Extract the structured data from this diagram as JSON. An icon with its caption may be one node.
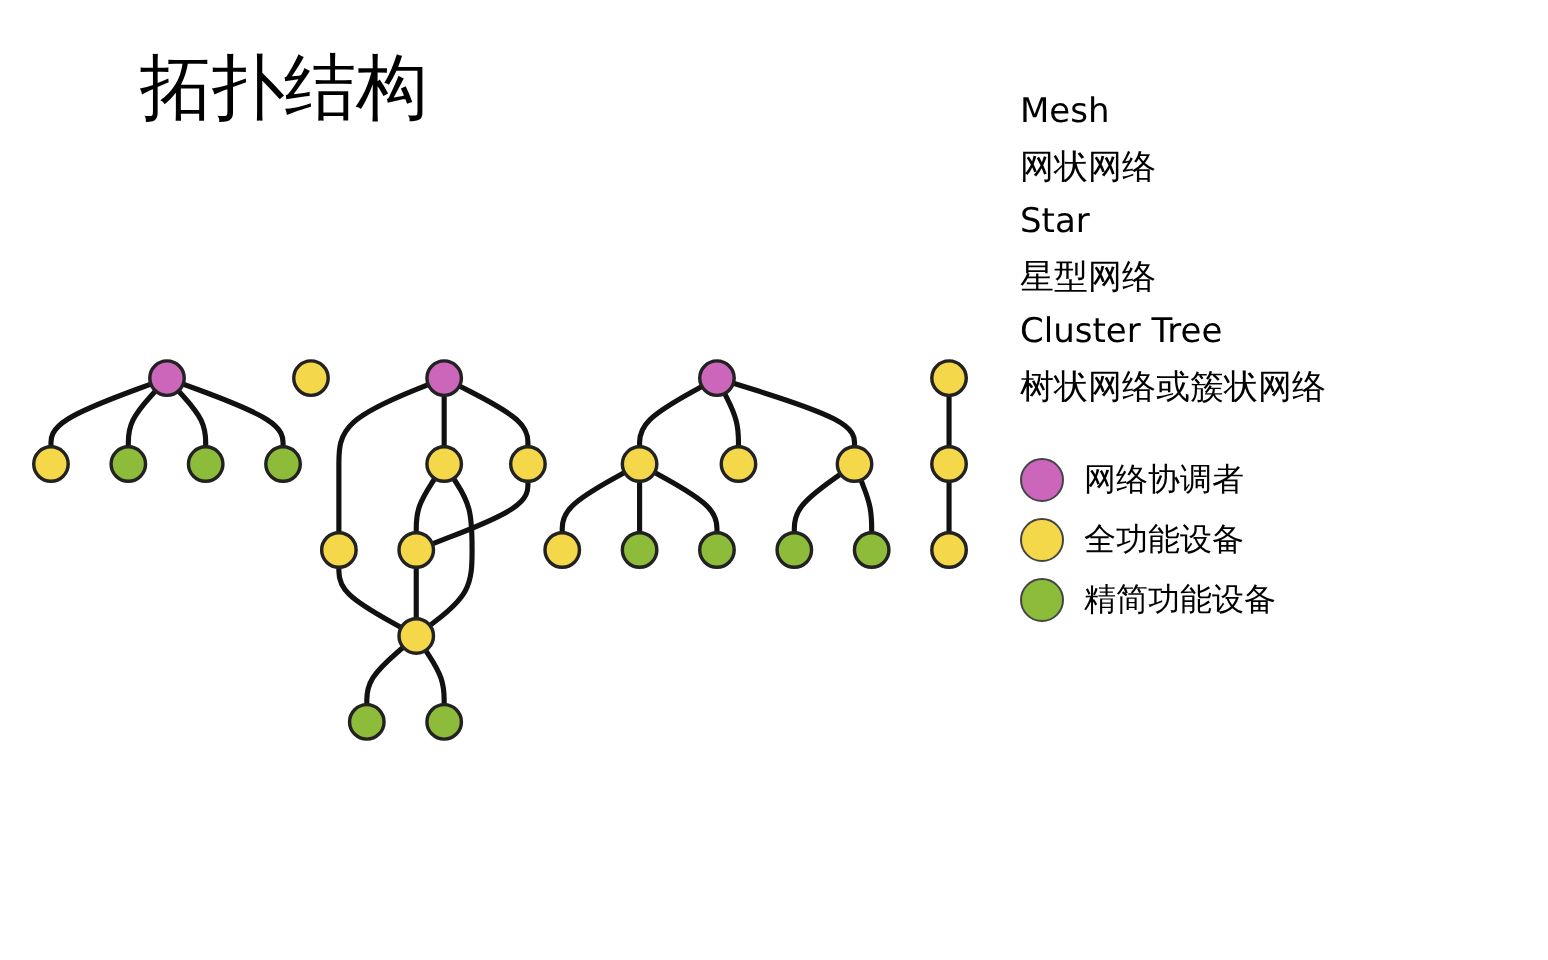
{
  "diagram": {
    "title": "拓扑结构",
    "nodes": [
      {
        "text": [],
        "shape": "circle"
      },
      {
        "text": [],
        "shape": "circle"
      },
      {
        "text": [],
        "shape": "circle"
      },
      {
        "text": [],
        "shape": "circle"
      },
      {
        "text": [],
        "shape": "circle"
      },
      {
        "text": [],
        "shape": "circle"
      },
      {
        "text": [],
        "shape": "circle"
      },
      {
        "text": [],
        "shape": "circle"
      },
      {
        "text": [],
        "shape": "circle"
      },
      {
        "text": [],
        "shape": "circle"
      },
      {
        "text": [],
        "shape": "circle"
      },
      {
        "text": [],
        "shape": "circle"
      },
      {
        "text": [],
        "shape": "circle"
      },
      {
        "text": [],
        "shape": "circle"
      },
      {
        "text": [],
        "shape": "circle"
      },
      {
        "text": [],
        "shape": "circle"
      },
      {
        "text": [],
        "shape": "circle"
      },
      {
        "text": [],
        "shape": "circle"
      },
      {
        "text": [],
        "shape": "circle"
      },
      {
        "text": [],
        "shape": "circle"
      },
      {
        "text": [],
        "shape": "circle"
      },
      {
        "text": [],
        "shape": "circle"
      },
      {
        "text": [],
        "shape": "circle"
      },
      {
        "text": [],
        "shape": "circle"
      },
      {
        "text": [],
        "shape": "circle"
      },
      {
        "text": [],
        "shape": "circle"
      }
    ],
    "edges": [
      {
        "from": 0,
        "to": 1,
        "arrow": "none"
      },
      {
        "from": 0,
        "to": 2,
        "arrow": "none"
      },
      {
        "from": 0,
        "to": 3,
        "arrow": "none"
      },
      {
        "from": 0,
        "to": 4,
        "arrow": "none"
      },
      {
        "from": 6,
        "to": 7,
        "arrow": "none"
      },
      {
        "from": 6,
        "to": 8,
        "arrow": "none"
      },
      {
        "from": 6,
        "to": 9,
        "arrow": "none"
      },
      {
        "from": 7,
        "to": 11,
        "arrow": "none"
      },
      {
        "from": 8,
        "to": 10,
        "arrow": "none"
      },
      {
        "from": 8,
        "to": 11,
        "arrow": "none"
      },
      {
        "from": 9,
        "to": 10,
        "arrow": "none"
      },
      {
        "from": 10,
        "to": 11,
        "arrow": "none"
      },
      {
        "from": 11,
        "to": 12,
        "arrow": "none"
      },
      {
        "from": 11,
        "to": 13,
        "arrow": "none"
      },
      {
        "from": 14,
        "to": 15,
        "arrow": "none"
      },
      {
        "from": 15,
        "to": 16,
        "arrow": "none"
      },
      {
        "from": 15,
        "to": 17,
        "arrow": "none"
      },
      {
        "from": 15,
        "to": 18,
        "arrow": "none"
      },
      {
        "from": 14,
        "to": 19,
        "arrow": "none"
      },
      {
        "from": 14,
        "to": 20,
        "arrow": "none"
      },
      {
        "from": 20,
        "to": 21,
        "arrow": "none"
      },
      {
        "from": 20,
        "to": 22,
        "arrow": "none"
      },
      {
        "from": 23,
        "to": 24,
        "arrow": "none"
      },
      {
        "from": 24,
        "to": 25,
        "arrow": "none"
      }
    ],
    "labels": [
      "Mesh",
      "网状网络",
      "Star",
      "星型网络",
      "Cluster Tree",
      "树状网络或簇状网络"
    ],
    "legend": [
      {
        "text": "网络协调者",
        "color": "#cc66bb"
      },
      {
        "text": "全功能设备",
        "color": "#f5d84a"
      },
      {
        "text": "精简功能设备",
        "color": "#8dbb3a"
      }
    ]
  }
}
